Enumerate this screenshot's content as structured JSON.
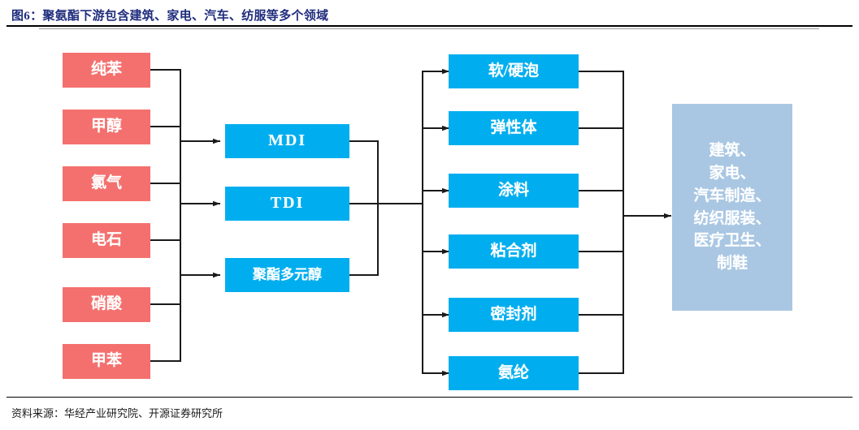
{
  "figure": {
    "title": "图6：聚氨酯下游包含建筑、家电、汽车、纺服等多个领域",
    "source": "资料来源：华经产业研究院、开源证券研究所"
  },
  "colors": {
    "title_blue": "#1F2C7C",
    "raw_material_red": "#F4706E",
    "intermediate_blue": "#00AEEF",
    "product_blue": "#00AEEF",
    "application_lightblue": "#A9C7E3",
    "wire_black": "#1a1a1a"
  },
  "chart_data": {
    "type": "diagram",
    "title": "图6：聚氨酯下游包含建筑、家电、汽车、纺服等多个领域",
    "columns": [
      {
        "name": "raw-materials",
        "color": "#F4706E",
        "nodes": [
          "纯苯",
          "甲醇",
          "氯气",
          "电石",
          "硝酸",
          "甲苯"
        ]
      },
      {
        "name": "intermediates",
        "color": "#00AEEF",
        "nodes": [
          "MDI",
          "TDI",
          "聚酯多元醇"
        ]
      },
      {
        "name": "products",
        "color": "#00AEEF",
        "nodes": [
          "软/硬泡",
          "弹性体",
          "涂料",
          "粘合剂",
          "密封剂",
          "氨纶"
        ]
      },
      {
        "name": "applications",
        "color": "#A9C7E3",
        "nodes": [
          "建筑、家电、汽车制造、纺织服装、医疗卫生、制鞋"
        ]
      }
    ],
    "flows": [
      {
        "from": "raw-materials",
        "to": "MDI"
      },
      {
        "from": "raw-materials",
        "to": "TDI"
      },
      {
        "from": "raw-materials",
        "to": "聚酯多元醇"
      },
      {
        "from": "intermediates",
        "to": "products"
      },
      {
        "from": "products",
        "to": "applications"
      }
    ]
  },
  "raw_materials": [
    {
      "label": "纯苯"
    },
    {
      "label": "甲醇"
    },
    {
      "label": "氯气"
    },
    {
      "label": "电石"
    },
    {
      "label": "硝酸"
    },
    {
      "label": "甲苯"
    }
  ],
  "intermediates": [
    {
      "label": "MDI"
    },
    {
      "label": "TDI"
    },
    {
      "label": "聚酯多元醇"
    }
  ],
  "products": [
    {
      "label": "软/硬泡"
    },
    {
      "label": "弹性体"
    },
    {
      "label": "涂料"
    },
    {
      "label": "粘合剂"
    },
    {
      "label": "密封剂"
    },
    {
      "label": "氨纶"
    }
  ],
  "applications": {
    "lines": [
      "建筑、",
      "家电、",
      "汽车制造、",
      "纺织服装、",
      "医疗卫生、",
      "制鞋"
    ]
  }
}
